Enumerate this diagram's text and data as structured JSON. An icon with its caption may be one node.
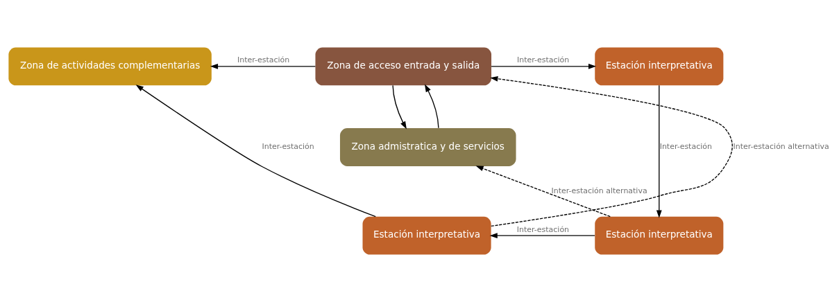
{
  "diagram": {
    "nodes": [
      {
        "text": [
          "Zona de actividades complementarias"
        ]
      },
      {
        "text": [
          "Zona de acceso entrada y salida"
        ]
      },
      {
        "text": [
          "Estación interpretativa"
        ]
      },
      {
        "text": [
          "Zona admistratica y de servicios"
        ]
      },
      {
        "text": [
          "Estación interpretativa"
        ]
      },
      {
        "text": [
          "Estación interpretativa"
        ]
      }
    ],
    "edges": [
      {
        "from": 1,
        "to": 0,
        "arrow": "to",
        "label": "Inter-estación"
      },
      {
        "from": 1,
        "to": 2,
        "arrow": "to",
        "label": "Inter-estación"
      },
      {
        "from": 1,
        "to": 3,
        "arrow": "to"
      },
      {
        "from": 3,
        "to": 1,
        "arrow": "to"
      },
      {
        "from": 2,
        "to": 5,
        "arrow": "to",
        "label": "Inter-estación"
      },
      {
        "from": 5,
        "to": 4,
        "arrow": "to",
        "label": "Inter-estación"
      },
      {
        "from": 4,
        "to": 0,
        "arrow": "to",
        "label": "Inter-estación"
      },
      {
        "from": 4,
        "to": 1,
        "arrow": "to",
        "label": "Inter-estación alternativa",
        "style": "dashed"
      },
      {
        "from": 5,
        "to": 3,
        "arrow": "to",
        "label": "Inter-estación alternativa",
        "style": "dashed"
      }
    ]
  }
}
